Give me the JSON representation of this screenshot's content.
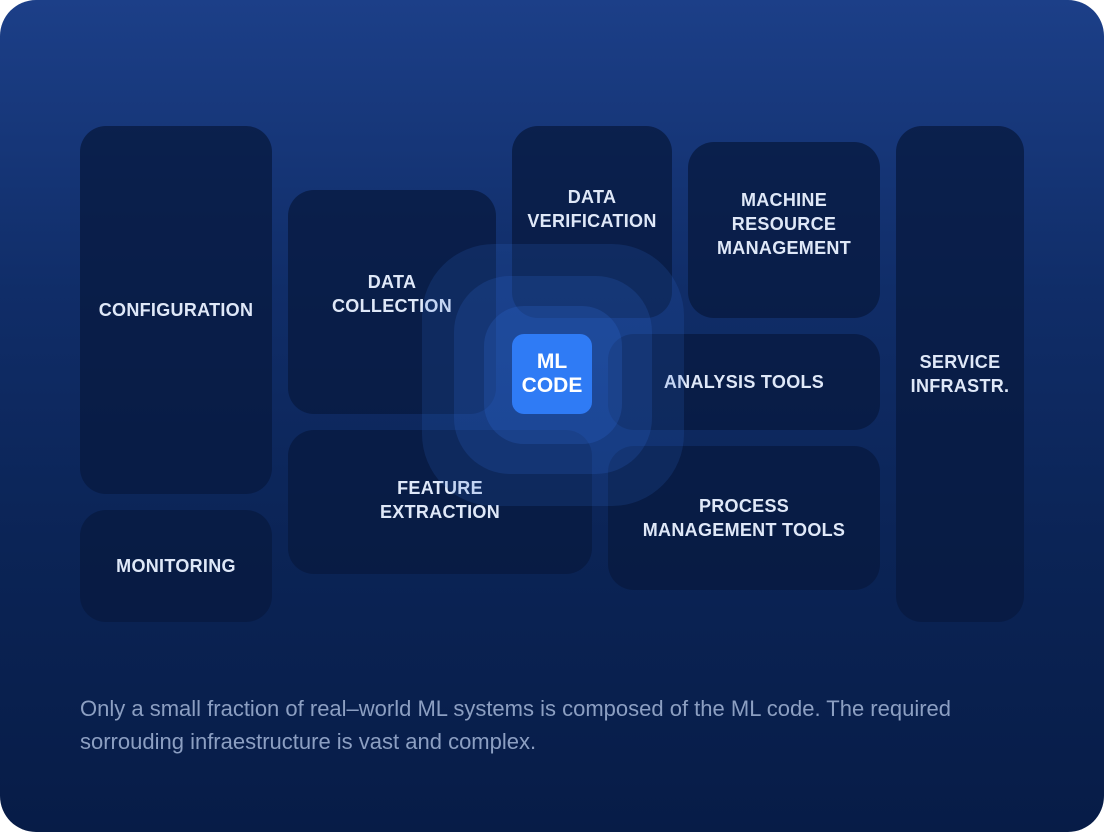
{
  "diagram": {
    "center_label": "ML\nCODE",
    "boxes": {
      "configuration": "CONFIGURATION",
      "monitoring": "MONITORING",
      "data_collection": "DATA\nCOLLECTION",
      "feature_extraction": "FEATURE\nEXTRACTION",
      "data_verification": "DATA\nVERIFICATION",
      "machine_resource_management": "MACHINE\nRESOURCE\nMANAGEMENT",
      "analysis_tools": "ANALYSIS TOOLS",
      "process_management_tools": "PROCESS\nMANAGEMENT TOOLS",
      "service_infrastructure": "SERVICE\nINFRASTR."
    }
  },
  "caption": "Only a small fraction of real–world ML systems is composed of the ML code. The required sorrouding infraestructure is vast and complex.",
  "colors": {
    "background_top": "#1c3f88",
    "background_bottom": "#071c47",
    "box": "#0a2150",
    "accent": "#2f7bf5",
    "caption": "#8c9fc2"
  }
}
